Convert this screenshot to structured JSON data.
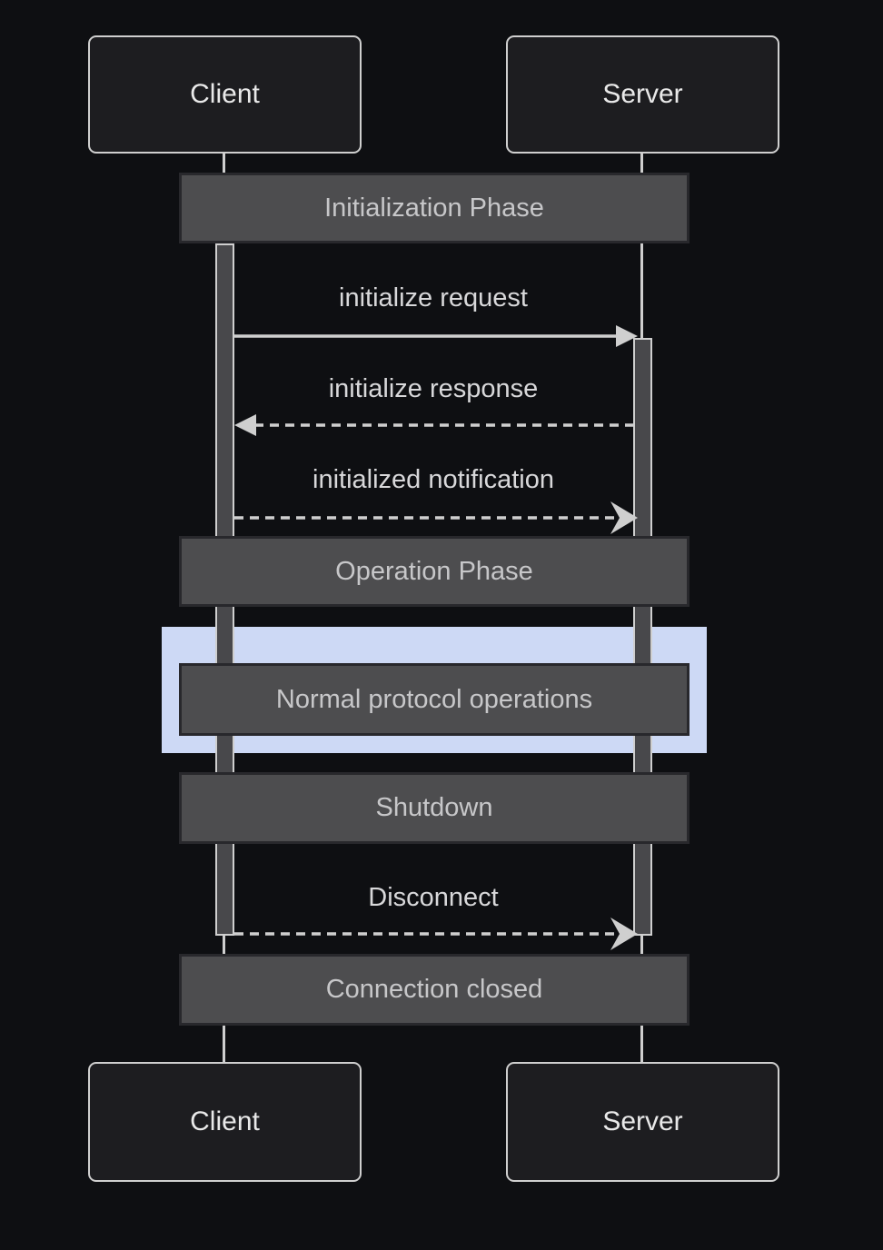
{
  "diagram": {
    "type": "sequence",
    "participants": [
      {
        "id": "client",
        "label": "Client"
      },
      {
        "id": "server",
        "label": "Server"
      }
    ],
    "notes": [
      {
        "id": "initialization-phase",
        "label": "Initialization Phase",
        "span": "both"
      },
      {
        "id": "operation-phase",
        "label": "Operation Phase",
        "span": "both"
      },
      {
        "id": "normal-protocol-operations",
        "label": "Normal protocol operations",
        "span": "both",
        "highlighted": true
      },
      {
        "id": "shutdown",
        "label": "Shutdown",
        "span": "both"
      },
      {
        "id": "connection-closed",
        "label": "Connection closed",
        "span": "both"
      }
    ],
    "messages": [
      {
        "label": "initialize request",
        "from": "client",
        "to": "server",
        "line": "solid",
        "head": "filled"
      },
      {
        "label": "initialize response",
        "from": "server",
        "to": "client",
        "line": "dashed",
        "head": "filled"
      },
      {
        "label": "initialized notification",
        "from": "client",
        "to": "server",
        "line": "dashed",
        "head": "open"
      },
      {
        "label": "Disconnect",
        "from": "client",
        "to": "server",
        "line": "dashed",
        "head": "open"
      }
    ],
    "colors": {
      "background": "#0e0f12",
      "actor_fill": "#1d1d20",
      "actor_text": "#e9e9e9",
      "note_fill": "#4d4d4f",
      "note_border": "#28282c",
      "note_text": "#c7c7c9",
      "message_text": "#d8d8da",
      "line": "#cfcfcf",
      "activation_fill": "#48484b",
      "highlight": "#cdd9f5"
    }
  }
}
